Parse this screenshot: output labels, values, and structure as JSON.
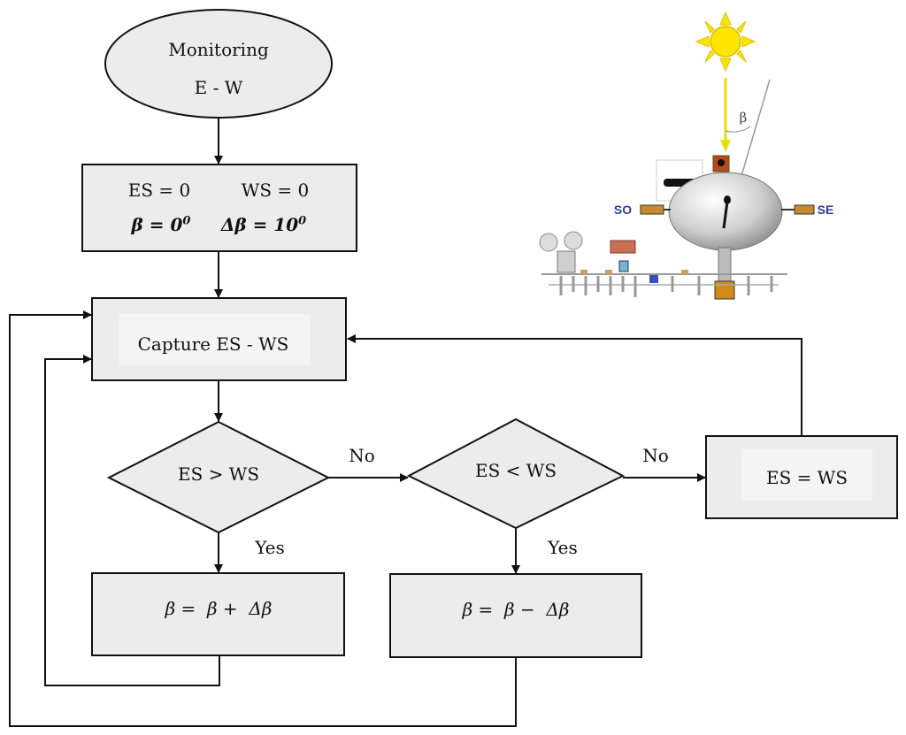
{
  "start": {
    "line1": "Monitoring",
    "line2": "E - W"
  },
  "init": {
    "es": "ES = 0",
    "ws": "WS = 0",
    "beta": "β = 0",
    "beta_exp": "0",
    "dbeta": "Δβ = 10",
    "dbeta_exp": "0"
  },
  "capture": {
    "label": "Capture ES - WS"
  },
  "decision1": {
    "label": "ES > WS"
  },
  "decision2": {
    "label": "ES < WS"
  },
  "equal": {
    "label": "ES = WS"
  },
  "branches": {
    "no1": "No",
    "no2": "No",
    "yes1": "Yes",
    "yes2": "Yes"
  },
  "increase": {
    "label": "β =  β +  Δβ"
  },
  "decrease": {
    "label": "β =  β −  Δβ"
  },
  "illustration": {
    "angle_label": "β",
    "west_label": "SO",
    "east_label": "SE"
  },
  "colors": {
    "box_fill": "#ececec",
    "inner_fill": "#f4f4f4",
    "stroke": "#111111",
    "sun": "#ffe500",
    "sun_ray": "#e8e000",
    "label_blue": "#2b3fa0"
  }
}
